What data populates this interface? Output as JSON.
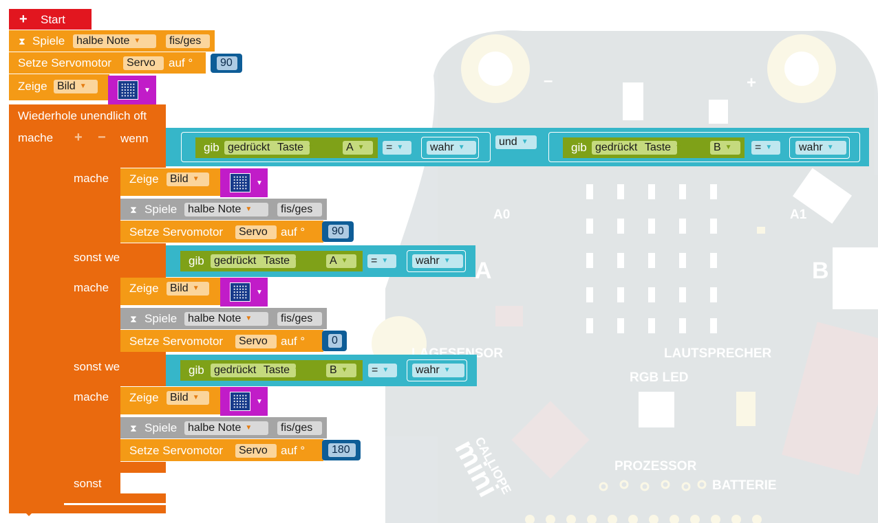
{
  "start": {
    "label": "Start"
  },
  "init": {
    "play": {
      "label": "Spiele",
      "note": "halbe Note",
      "tone": "fis/ges"
    },
    "servo": {
      "label": "Setze Servomotor",
      "name": "Servo",
      "suffix": "auf °",
      "value": "90"
    },
    "show": {
      "label": "Zeige",
      "kind": "Bild"
    }
  },
  "forever": {
    "label": "Wiederhole unendlich oft",
    "do_label": "mache"
  },
  "ifblock": {
    "if_label": "wenn",
    "do_label": "mache",
    "elseif_label": "sonst wenn",
    "else_label": "sonst",
    "plus": "+",
    "minus": "−"
  },
  "conditions": {
    "gib": "gib",
    "pressed": "gedrückt",
    "button": "Taste",
    "key_a": "A",
    "key_b": "B",
    "eq": "=",
    "true": "wahr",
    "and": "und"
  },
  "branch1": {
    "show": {
      "label": "Zeige",
      "kind": "Bild"
    },
    "play": {
      "label": "Spiele",
      "note": "halbe Note",
      "tone": "fis/ges"
    },
    "servo": {
      "label": "Setze Servomotor",
      "name": "Servo",
      "suffix": "auf °",
      "value": "90"
    }
  },
  "branch2": {
    "show": {
      "label": "Zeige",
      "kind": "Bild"
    },
    "play": {
      "label": "Spiele",
      "note": "halbe Note",
      "tone": "fis/ges"
    },
    "servo": {
      "label": "Setze Servomotor",
      "name": "Servo",
      "suffix": "auf °",
      "value": "0"
    }
  },
  "branch3": {
    "show": {
      "label": "Zeige",
      "kind": "Bild"
    },
    "play": {
      "label": "Spiele",
      "note": "halbe Note",
      "tone": "fis/ges"
    },
    "servo": {
      "label": "Setze Servomotor",
      "name": "Servo",
      "suffix": "auf °",
      "value": "180"
    }
  },
  "board": {
    "a0": "A0",
    "a1": "A1",
    "btn_a": "A",
    "btn_b": "B",
    "lagesensor": "LAGESENSOR",
    "lautsprecher": "LAUTSPRECHER",
    "rgbled": "RGB LED",
    "prozessor": "PROZESSOR",
    "batterie": "BATTERIE",
    "calliope": "CALLIOPE",
    "mini": "mini",
    "minus": "–",
    "plus": "+"
  },
  "colors": {
    "control": "#ea6a0e",
    "action": "#f49a16",
    "disabled": "#a5a5a5",
    "logic": "#36b6c9",
    "sensor": "#7fa118",
    "image": "#c11cc8",
    "number": "#0e5d97",
    "start": "#e2161f"
  },
  "icons": [
    "plus-icon",
    "hourglass-icon",
    "dropdown-icon",
    "led-image-icon"
  ]
}
